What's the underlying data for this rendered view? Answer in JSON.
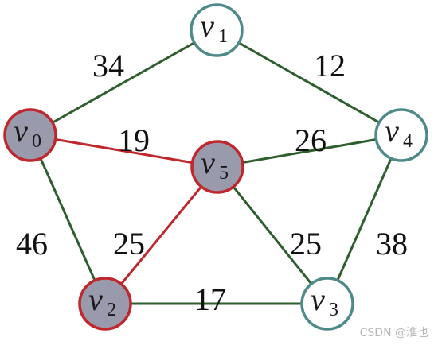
{
  "graph": {
    "nodes": [
      {
        "id": "v0",
        "base": "v",
        "sub": "0",
        "fill": "#9a9aad",
        "stroke": "#c0272d",
        "selected": true
      },
      {
        "id": "v1",
        "base": "v",
        "sub": "1",
        "fill": "#ffffff",
        "stroke": "#4e8a8a",
        "selected": false
      },
      {
        "id": "v2",
        "base": "v",
        "sub": "2",
        "fill": "#9a9aad",
        "stroke": "#c0272d",
        "selected": true
      },
      {
        "id": "v3",
        "base": "v",
        "sub": "3",
        "fill": "#ffffff",
        "stroke": "#4e8a8a",
        "selected": false
      },
      {
        "id": "v4",
        "base": "v",
        "sub": "4",
        "fill": "#ffffff",
        "stroke": "#4e8a8a",
        "selected": false
      },
      {
        "id": "v5",
        "base": "v",
        "sub": "5",
        "fill": "#9a9aad",
        "stroke": "#c0272d",
        "selected": true
      }
    ],
    "edges": [
      {
        "from": "v0",
        "to": "v1",
        "weight": "34",
        "color": "#2e5e2e",
        "in_tree": false
      },
      {
        "from": "v1",
        "to": "v4",
        "weight": "12",
        "color": "#2e5e2e",
        "in_tree": false
      },
      {
        "from": "v0",
        "to": "v5",
        "weight": "19",
        "color": "#c0272d",
        "in_tree": true
      },
      {
        "from": "v5",
        "to": "v4",
        "weight": "26",
        "color": "#2e5e2e",
        "in_tree": false
      },
      {
        "from": "v0",
        "to": "v2",
        "weight": "46",
        "color": "#2e5e2e",
        "in_tree": false
      },
      {
        "from": "v2",
        "to": "v5",
        "weight": "25",
        "color": "#c0272d",
        "in_tree": true
      },
      {
        "from": "v5",
        "to": "v3",
        "weight": "25",
        "color": "#2e5e2e",
        "in_tree": false
      },
      {
        "from": "v4",
        "to": "v3",
        "weight": "38",
        "color": "#2e5e2e",
        "in_tree": false
      },
      {
        "from": "v2",
        "to": "v3",
        "weight": "17",
        "color": "#2e5e2e",
        "in_tree": false
      }
    ]
  },
  "watermark": "CSDN @淮也"
}
